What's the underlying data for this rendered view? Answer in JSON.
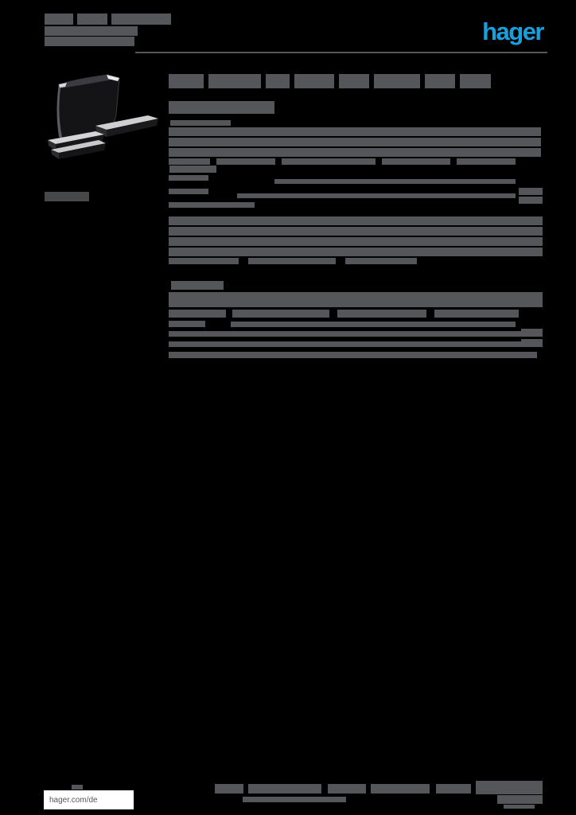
{
  "canvas": {
    "background": "#000000",
    "bar_color": "#54565a"
  },
  "header": {
    "logo_text": "hager",
    "logo_color": "#19a0dc",
    "title_bars": [
      [
        56,
        17,
        36,
        14
      ],
      [
        97,
        17,
        38,
        14
      ],
      [
        140,
        17,
        75,
        14
      ],
      [
        56,
        33,
        117,
        12
      ],
      [
        56,
        46,
        113,
        12
      ]
    ],
    "rule_bars": [
      [
        170,
        65,
        518,
        2
      ]
    ]
  },
  "product": {
    "image_alt": "black-plastic-mounting-accessory-parts",
    "ref_bars": [
      [
        56,
        241,
        56,
        12,
        "#47484a"
      ]
    ]
  },
  "content": {
    "doc_title_bars": [
      [
        212,
        93,
        44,
        18
      ],
      [
        262,
        93,
        66,
        18
      ],
      [
        334,
        93,
        30,
        18
      ],
      [
        370,
        93,
        50,
        18
      ],
      [
        426,
        93,
        38,
        18
      ],
      [
        470,
        93,
        58,
        18
      ],
      [
        534,
        93,
        38,
        18
      ],
      [
        578,
        93,
        39,
        18
      ],
      [
        212,
        127,
        133,
        16
      ]
    ],
    "section_a_bars": [
      [
        214,
        151,
        76,
        7
      ],
      [
        212,
        160,
        468,
        11
      ],
      [
        212,
        173,
        468,
        11
      ],
      [
        212,
        186,
        468,
        11
      ],
      [
        212,
        199,
        52,
        8
      ],
      [
        272,
        199,
        74,
        8
      ],
      [
        354,
        199,
        118,
        8
      ],
      [
        480,
        199,
        86,
        8
      ],
      [
        574,
        199,
        74,
        8
      ]
    ],
    "section_b_bars": [
      [
        213,
        208,
        59,
        9
      ],
      [
        212,
        220,
        50,
        7
      ],
      [
        345,
        225,
        303,
        6
      ],
      [
        212,
        237,
        50,
        7
      ],
      [
        298,
        243,
        350,
        6
      ],
      [
        652,
        236,
        30,
        9
      ],
      [
        652,
        247,
        30,
        9
      ],
      [
        212,
        254,
        108,
        7
      ],
      [
        212,
        272,
        470,
        11
      ],
      [
        212,
        285,
        470,
        11
      ],
      [
        212,
        298,
        470,
        11
      ],
      [
        212,
        311,
        470,
        11
      ],
      [
        212,
        324,
        88,
        8
      ],
      [
        312,
        324,
        110,
        8
      ],
      [
        434,
        324,
        90,
        8
      ]
    ],
    "section_c_bars": [
      [
        215,
        353,
        66,
        11
      ],
      [
        212,
        367,
        470,
        19
      ],
      [
        212,
        389,
        72,
        10
      ],
      [
        292,
        389,
        122,
        10
      ],
      [
        424,
        389,
        112,
        10
      ],
      [
        546,
        389,
        106,
        10
      ],
      [
        212,
        403,
        46,
        8
      ],
      [
        290,
        404,
        358,
        7
      ],
      [
        212,
        416,
        443,
        7
      ],
      [
        655,
        413,
        27,
        10
      ],
      [
        212,
        429,
        443,
        7
      ],
      [
        655,
        426,
        27,
        10
      ],
      [
        212,
        442,
        463,
        8
      ]
    ]
  },
  "footer": {
    "site_label": "hager.com/de",
    "speck_bars": [
      [
        90,
        986,
        14,
        6
      ]
    ],
    "center_bars": [
      [
        270,
        985,
        36,
        12
      ],
      [
        312,
        985,
        92,
        12
      ],
      [
        412,
        985,
        48,
        12
      ],
      [
        466,
        985,
        74,
        12
      ],
      [
        548,
        985,
        44,
        12
      ],
      [
        305,
        1001,
        130,
        7
      ]
    ],
    "right_bars": [
      [
        598,
        981,
        84,
        17
      ],
      [
        625,
        999,
        57,
        11
      ],
      [
        633,
        1011,
        39,
        5
      ]
    ]
  }
}
